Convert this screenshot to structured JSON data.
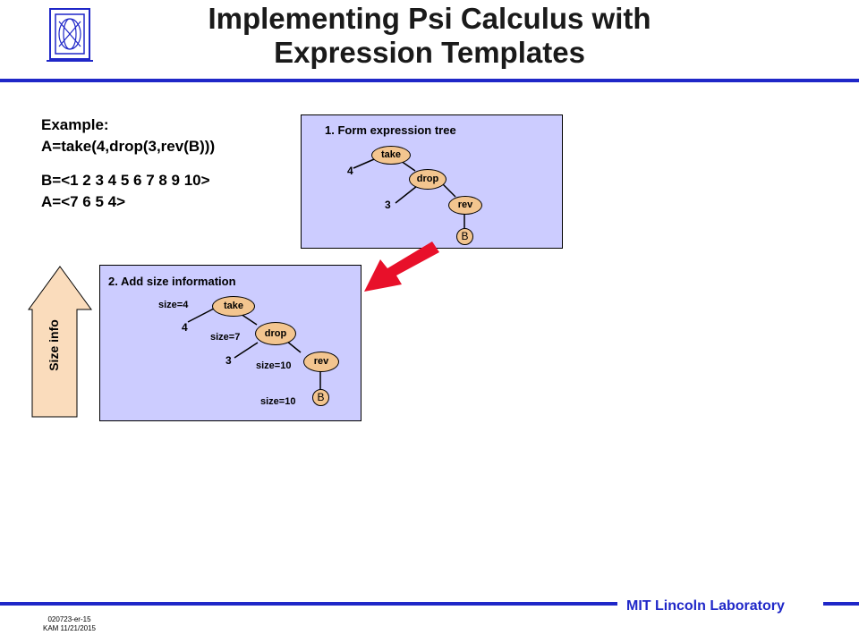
{
  "title": {
    "line1": "Implementing Psi Calculus with",
    "line2": "Expression Templates"
  },
  "example": {
    "heading": "Example:",
    "expression": "A=take(4,drop(3,rev(B)))",
    "b_value": "B=<1 2 3 4 5 6 7 8 9 10>",
    "a_value": "A=<7 6 5 4>"
  },
  "panel1": {
    "title": "1. Form expression tree",
    "nodes": {
      "take": "take",
      "drop": "drop",
      "rev": "rev",
      "b": "B"
    },
    "args": {
      "take_arg": "4",
      "drop_arg": "3"
    }
  },
  "panel2": {
    "title": "2. Add size information",
    "nodes": {
      "take": "take",
      "drop": "drop",
      "rev": "rev",
      "b": "B"
    },
    "args": {
      "take_arg": "4",
      "drop_arg": "3"
    },
    "sizes": {
      "take": "size=4",
      "drop": "size=7",
      "rev": "size=10",
      "b": "size=10"
    }
  },
  "size_arrow": {
    "label": "Size info"
  },
  "footer": {
    "lab": "MIT Lincoln Laboratory",
    "slide_id": "020723-er-15",
    "author_date": "KAM 11/21/2015"
  },
  "colors": {
    "accent_blue": "#1f27c8",
    "panel_fill": "#ccccff",
    "node_fill": "#f3c58f",
    "arrow_red": "#e8102a",
    "size_arrow_fill": "#fadcbc"
  },
  "icons": {
    "logo": "mit-ll-logo-icon",
    "transition_arrow": "red-arrow-icon",
    "size_arrow": "up-arrow-icon"
  }
}
